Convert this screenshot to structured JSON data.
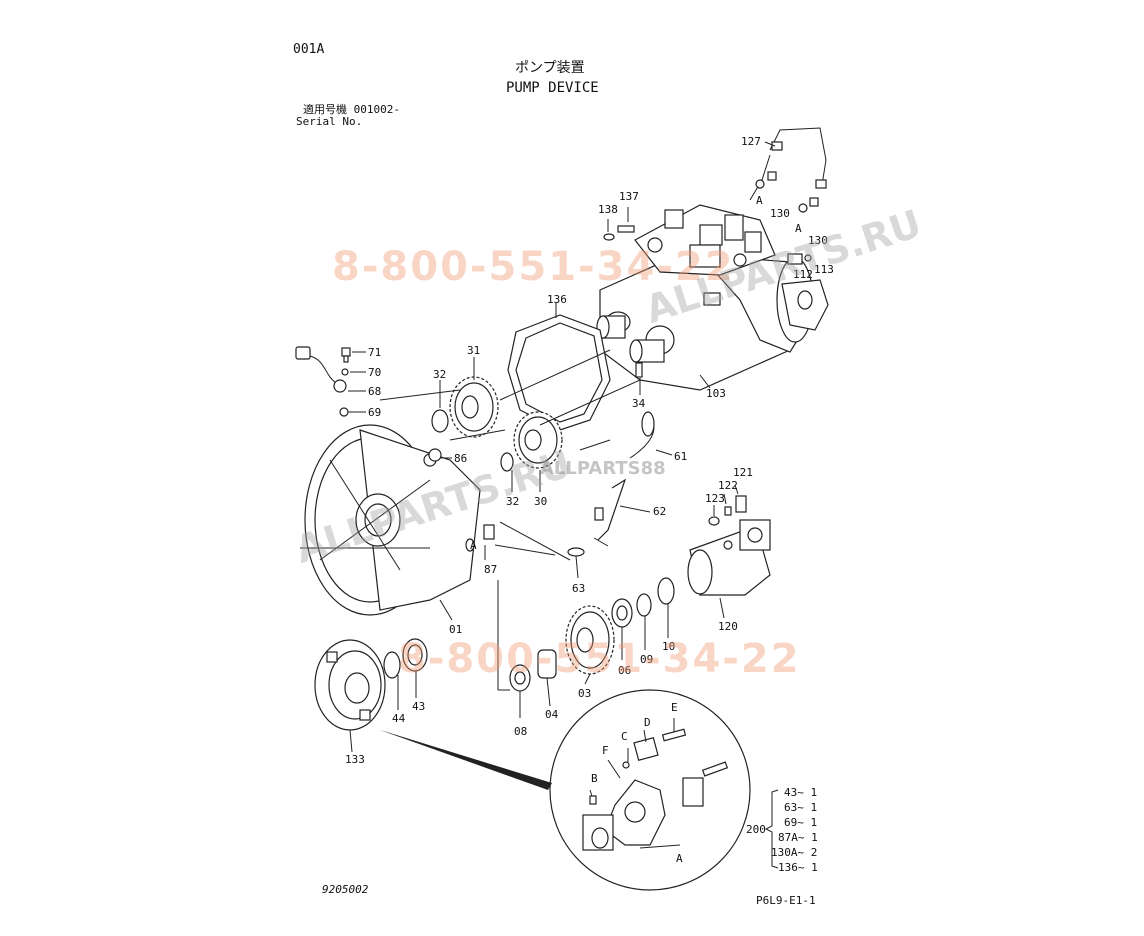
{
  "header": {
    "page_id": "001A",
    "title_jp": "ポンプ装置",
    "title_en": "PUMP DEVICE",
    "serial_label_jp": "適用号機 001002-",
    "serial_label_en": "Serial No."
  },
  "callouts": {
    "c127": "127",
    "c137": "137",
    "c138": "138",
    "cA1": "A",
    "c130a": "130",
    "cA2": "A",
    "c130b": "130",
    "c112": "112",
    "c113": "113",
    "c136": "136",
    "c103": "103",
    "c31": "31",
    "c32a": "32",
    "c71": "71",
    "c70": "70",
    "c68": "68",
    "c69": "69",
    "c34": "34",
    "c61": "61",
    "c86": "86",
    "c32b": "32",
    "c30": "30",
    "c62": "62",
    "c121": "121",
    "c122": "122",
    "c123": "123",
    "cA3": "A",
    "c87": "87",
    "c63": "63",
    "c120": "120",
    "c01": "01",
    "c10": "10",
    "c09": "09",
    "c06": "06",
    "c03": "03",
    "c04": "04",
    "c08": "08",
    "c43": "43",
    "c44": "44",
    "c133": "133",
    "cB": "B",
    "cC": "C",
    "cD": "D",
    "cE": "E",
    "cF": "F",
    "cA4": "A"
  },
  "kit": {
    "label": "200",
    "rows": [
      "43~ 1",
      "63~ 1",
      "69~ 1",
      "87A~ 1",
      "130A~ 2",
      "136~ 1"
    ]
  },
  "watermarks": {
    "phone_top": "8-800-551-34-22",
    "phone_bottom": "8-800-551-34-22",
    "site_top": "ALLPARTS.RU",
    "site_bottom": "ALLPARTS.RU",
    "logo": "ALLPARTS88"
  },
  "footer": {
    "left_code": "9205002",
    "right_code": "P6L9-E1-1"
  }
}
